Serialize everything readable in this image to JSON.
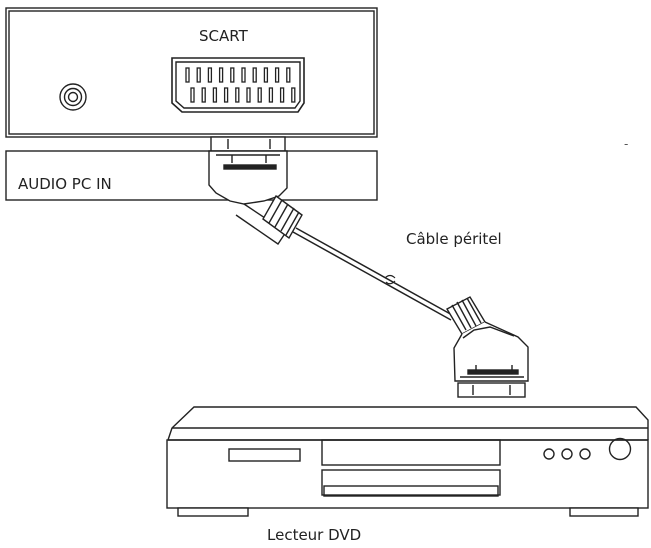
{
  "labels": {
    "scart": "SCART",
    "audio_pc_in": "AUDIO PC IN",
    "cable": "Câble péritel",
    "dvd_player": "Lecteur DVD",
    "stray_mark": "-"
  },
  "colors": {
    "line": "#222222",
    "fill": "#ffffff"
  },
  "icons": {
    "audio_jack": "audio-jack-icon",
    "scart_socket": "scart-socket-icon"
  }
}
